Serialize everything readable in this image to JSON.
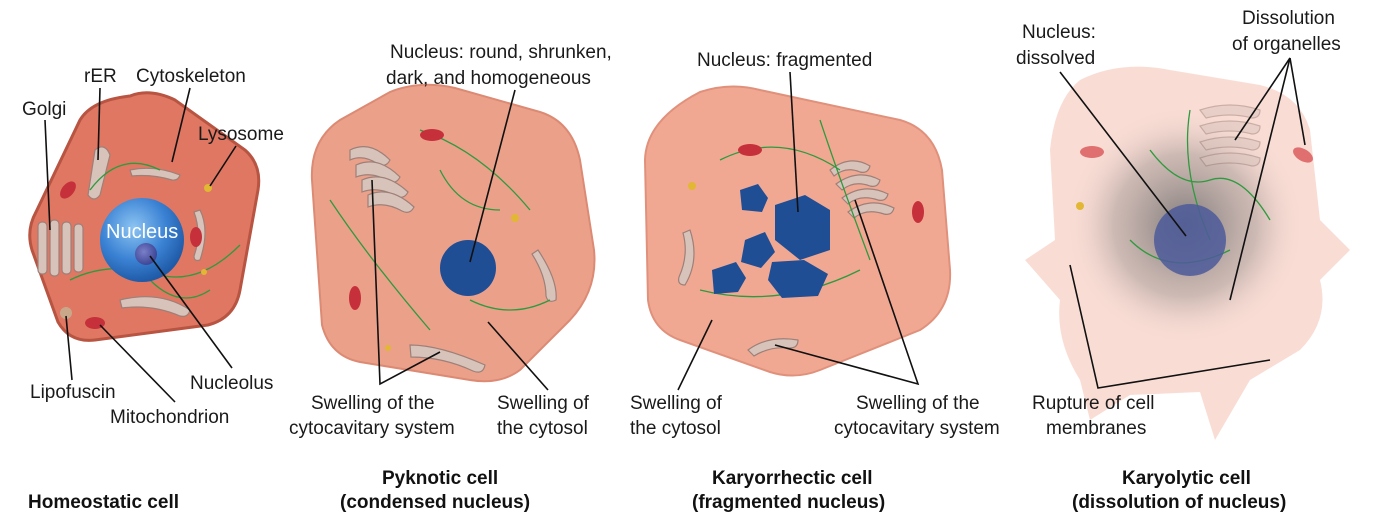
{
  "cells": [
    {
      "caption": "Homeostatic cell",
      "labels": {
        "golgi": "Golgi",
        "rer": "rER",
        "cytoskeleton": "Cytoskeleton",
        "lysosome": "Lysosome",
        "nucleus": "Nucleus",
        "lipofuscin": "Lipofuscin",
        "nucleolus": "Nucleolus",
        "mitochondrion": "Mitochondrion"
      }
    },
    {
      "caption_line1": "Pyknotic cell",
      "caption_line2": "(condensed nucleus)",
      "labels": {
        "nucleus_line1": "Nucleus: round, shrunken,",
        "nucleus_line2": "dark, and homogeneous",
        "cytocavitary_line1": "Swelling of the",
        "cytocavitary_line2": "cytocavitary system",
        "cytosol_line1": "Swelling of",
        "cytosol_line2": "the cytosol"
      }
    },
    {
      "caption_line1": "Karyorrhectic cell",
      "caption_line2": "(fragmented nucleus)",
      "labels": {
        "nucleus": "Nucleus: fragmented",
        "cytosol_line1": "Swelling of",
        "cytosol_line2": "the cytosol",
        "cytocavitary_line1": "Swelling of the",
        "cytocavitary_line2": "cytocavitary system"
      }
    },
    {
      "caption_line1": "Karyolytic cell",
      "caption_line2": "(dissolution of nucleus)",
      "labels": {
        "nucleus_line1": "Nucleus:",
        "nucleus_line2": "dissolved",
        "organelles_line1": "Dissolution",
        "organelles_line2": "of organelles",
        "membranes_line1": "Rupture of cell",
        "membranes_line2": "membranes"
      }
    }
  ],
  "colors": {
    "homeostatic_cell": "#df7762",
    "pyknotic_cell": "#eba08a",
    "karyorrhectic_cell": "#f1a893",
    "karyolytic_cell": "#f9ddd5",
    "nucleus": "#3b82d4",
    "condensed_nucleus": "#1f4e95"
  }
}
